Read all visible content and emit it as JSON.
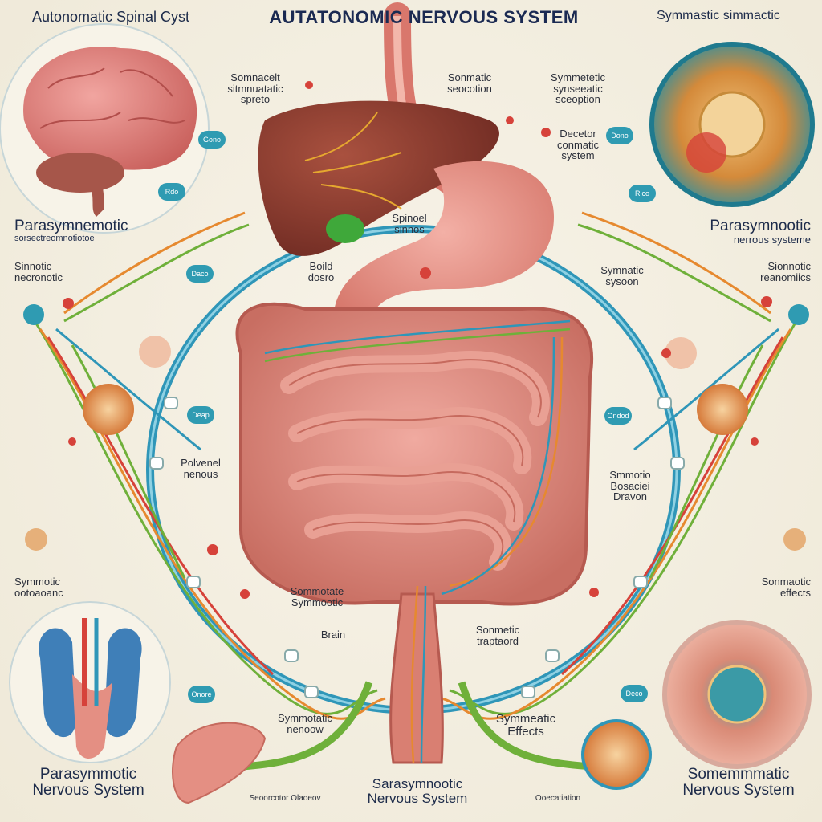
{
  "title": "AUTATONOMIC NERVOUS SYSTEM",
  "corner_labels": {
    "top_left": "Autonomatic Spinal Cyst",
    "top_right": "Symmastic simmactic"
  },
  "labels": {
    "l1a": "Somnacelt",
    "l1b": "sitmnuatatic",
    "l1c": "spreto",
    "l2a": "Sonmatic",
    "l2b": "seocotion",
    "l3a": "Symmetetic",
    "l3b": "synseeatic",
    "l3c": "sceoption",
    "l4a": "Decetor",
    "l4b": "conmatic",
    "l4c": "system",
    "mid1a": "Spinoel",
    "mid1b": "sinnos",
    "bold1": "Boild",
    "bold2": "dosro",
    "para_left_1": "Parasymnemotic",
    "para_left_2": "sorsectreomnotiotoe",
    "smn_left_1": "Sinnotic",
    "smn_left_2": "necronotic",
    "para_right_1": "Parasymnootic",
    "para_right_2": "nerrous systeme",
    "smn_right_1": "Sionnotic",
    "smn_right_2": "reanomiics",
    "sym_nerv_1": "Symnatic",
    "sym_nerv_2": "sysoon",
    "poly_1": "Polvenel",
    "poly_2": "nenous",
    "smd_1": "Smmotio",
    "smd_2": "Bosaciei",
    "smd_3": "Dravon",
    "sym_left_1": "Symmotic",
    "sym_left_2": "ootoaoanc",
    "som_right_1": "Sonmaotic",
    "som_right_2": "effects",
    "smm_1": "Sommotate",
    "smm_2": "Symmootic",
    "brain": "Brain",
    "som_mid_1": "Sonmetic",
    "som_mid_2": "traptaord",
    "sym_bot_1": "Symmotatic",
    "sym_bot_2": "nenoow",
    "sym_eff_1": "Symmeatic",
    "sym_eff_2": "Effects",
    "bottom_left_1": "Parasymmotic",
    "bottom_left_2": "Nervous System",
    "bottom_center_1": "Sarasymnootic",
    "bottom_center_2": "Nervous System",
    "bottom_right_1": "Somemmmatic",
    "bottom_right_2": "Nervous System",
    "tiny_1": "Seoorcotor Olaoeov",
    "tiny_2": "Ooecatiation"
  },
  "badges": [
    "Gono",
    "Rdo",
    "Daco",
    "Deap",
    "Ondod",
    "Dono",
    "Rico",
    "Onore",
    "Deco"
  ],
  "colors": {
    "ring": "#2f96b8",
    "liver": "#8a3a2e",
    "intestine": "#d98577",
    "stomach": "#e48f83",
    "nerve_green": "#6fb03a",
    "nerve_orange": "#e6892f",
    "nerve_red": "#d6423a"
  }
}
